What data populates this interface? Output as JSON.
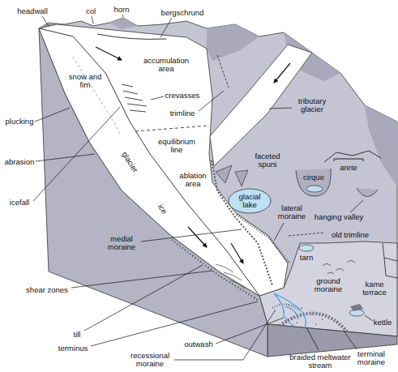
{
  "diagram": {
    "labels": [
      "headwall",
      "col",
      "horn",
      "bergschrund",
      "snow and firn",
      "accumulation area",
      "equilibrium line",
      "trimline",
      "tributary glacier",
      "faceted spurs",
      "cirque",
      "arete",
      "hanging valley",
      "old trimline",
      "glacial lake",
      "lateral moraine",
      "tarn",
      "ground moraine",
      "kame terrace",
      "kettle",
      "plucking",
      "abrasion",
      "crevasses",
      "icefall",
      "glacier",
      "ice",
      "medial moraine",
      "ablation area",
      "shear zones",
      "till",
      "terminus",
      "recessional moraine",
      "outwash",
      "braided meltwater stream",
      "terminal moraine"
    ]
  }
}
